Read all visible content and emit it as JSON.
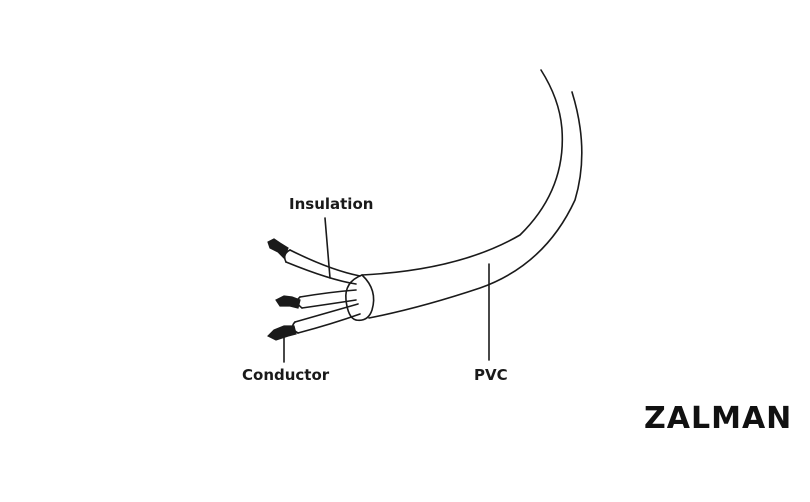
{
  "labels": {
    "insulation": "Insulation",
    "conductor": "Conductor",
    "pvc": "PVC"
  },
  "brand": {
    "logo_text": "ZALMAN"
  },
  "colors": {
    "line": "#1a1a1a",
    "background": "#ffffff"
  }
}
